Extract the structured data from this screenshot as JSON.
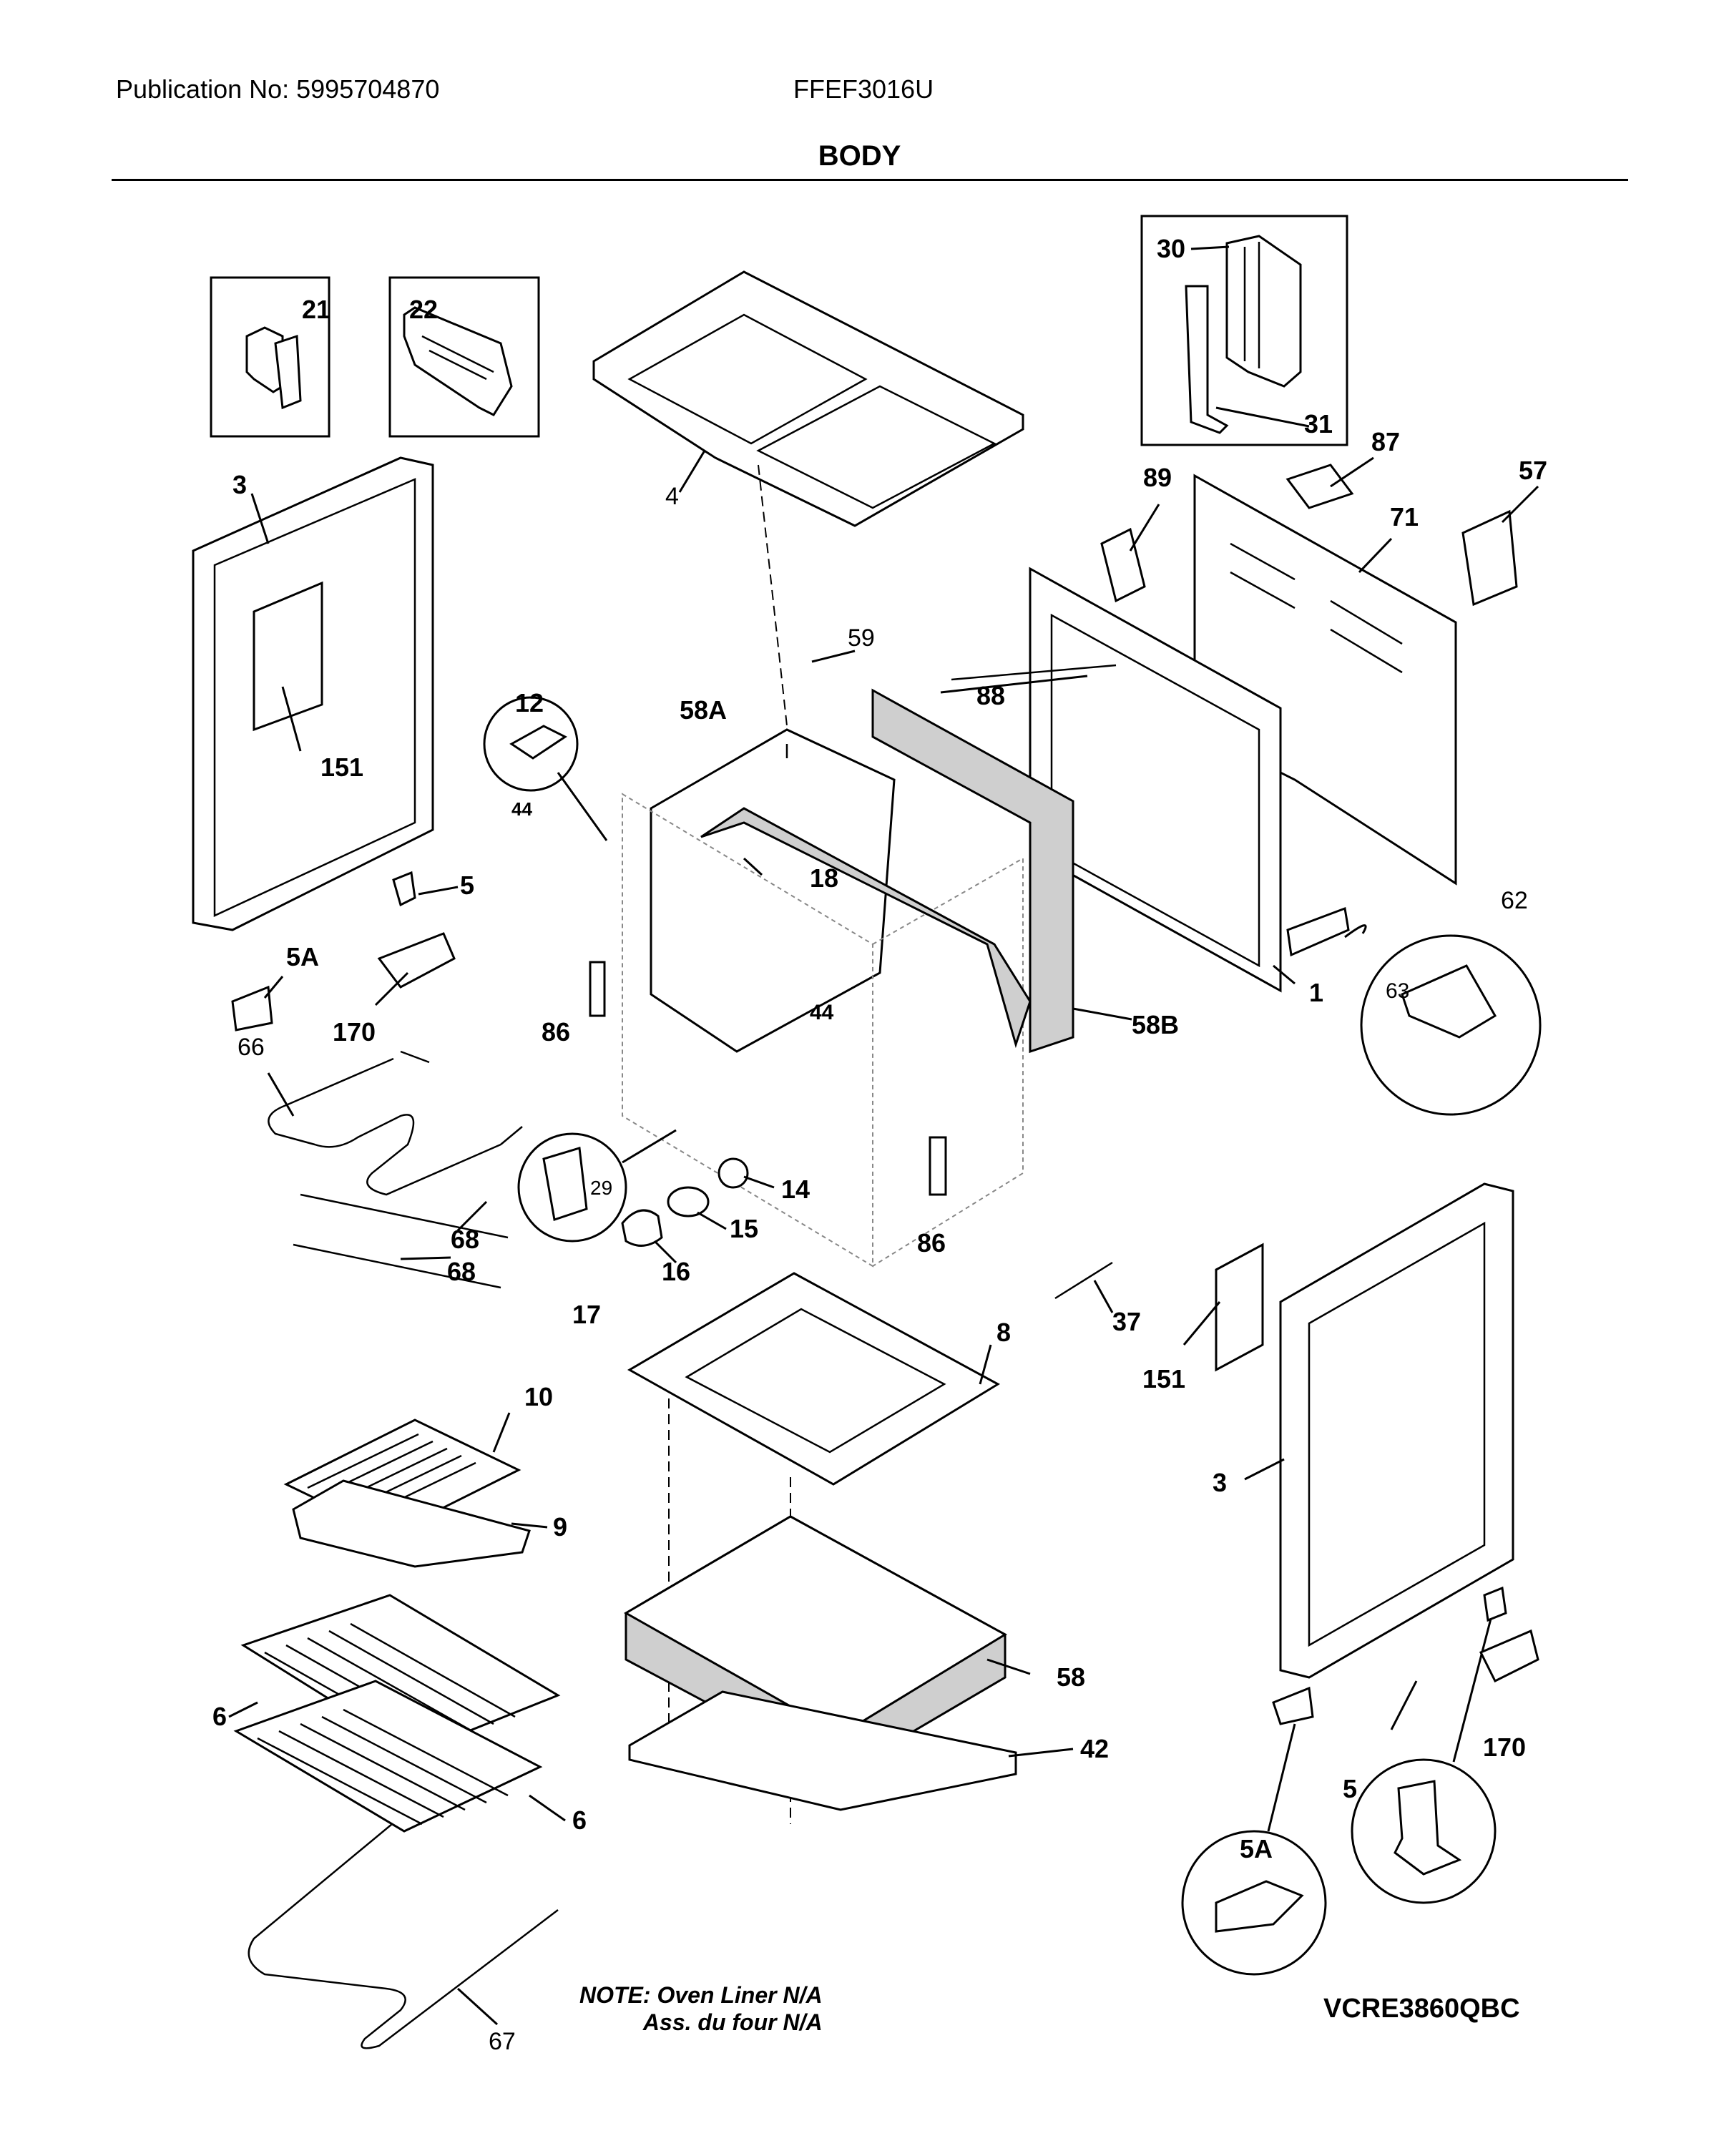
{
  "header": {
    "publication": "Publication No: 5995704870",
    "model": "FFEF3016U",
    "title": "BODY"
  },
  "diagram": {
    "callouts": [
      {
        "id": "c21",
        "text": "21"
      },
      {
        "id": "c22",
        "text": "22"
      },
      {
        "id": "c4",
        "text": "4"
      },
      {
        "id": "c30",
        "text": "30"
      },
      {
        "id": "c31",
        "text": "31"
      },
      {
        "id": "c87",
        "text": "87"
      },
      {
        "id": "c57",
        "text": "57"
      },
      {
        "id": "c89",
        "text": "89"
      },
      {
        "id": "c71",
        "text": "71"
      },
      {
        "id": "c3a",
        "text": "3"
      },
      {
        "id": "c151a",
        "text": "151"
      },
      {
        "id": "c59",
        "text": "59"
      },
      {
        "id": "c88",
        "text": "88"
      },
      {
        "id": "c58A",
        "text": "58A"
      },
      {
        "id": "c12",
        "text": "12"
      },
      {
        "id": "c44a",
        "text": "44"
      },
      {
        "id": "c18",
        "text": "18"
      },
      {
        "id": "c5a",
        "text": "5"
      },
      {
        "id": "c5Aa",
        "text": "5A"
      },
      {
        "id": "c170a",
        "text": "170"
      },
      {
        "id": "c86a",
        "text": "86"
      },
      {
        "id": "c44b",
        "text": "44"
      },
      {
        "id": "c58B",
        "text": "58B"
      },
      {
        "id": "c1",
        "text": "1"
      },
      {
        "id": "c62",
        "text": "62"
      },
      {
        "id": "c63",
        "text": "63"
      },
      {
        "id": "c66",
        "text": "66"
      },
      {
        "id": "c68a",
        "text": "68"
      },
      {
        "id": "c68b",
        "text": "68"
      },
      {
        "id": "c29",
        "text": "29"
      },
      {
        "id": "c14",
        "text": "14"
      },
      {
        "id": "c15",
        "text": "15"
      },
      {
        "id": "c16",
        "text": "16"
      },
      {
        "id": "c17",
        "text": "17"
      },
      {
        "id": "c86b",
        "text": "86"
      },
      {
        "id": "c37",
        "text": "37"
      },
      {
        "id": "c8",
        "text": "8"
      },
      {
        "id": "c151b",
        "text": "151"
      },
      {
        "id": "c3b",
        "text": "3"
      },
      {
        "id": "c10",
        "text": "10"
      },
      {
        "id": "c9",
        "text": "9"
      },
      {
        "id": "c58",
        "text": "58"
      },
      {
        "id": "c42",
        "text": "42"
      },
      {
        "id": "c6a",
        "text": "6"
      },
      {
        "id": "c6b",
        "text": "6"
      },
      {
        "id": "c170b",
        "text": "170"
      },
      {
        "id": "c5b",
        "text": "5"
      },
      {
        "id": "c5Ab",
        "text": "5A"
      },
      {
        "id": "c67",
        "text": "67"
      }
    ]
  },
  "footer": {
    "note_line1": "NOTE: Oven Liner N/A",
    "note_line2": "Ass. du four N/A",
    "reference": "VCRE3860QBC"
  }
}
